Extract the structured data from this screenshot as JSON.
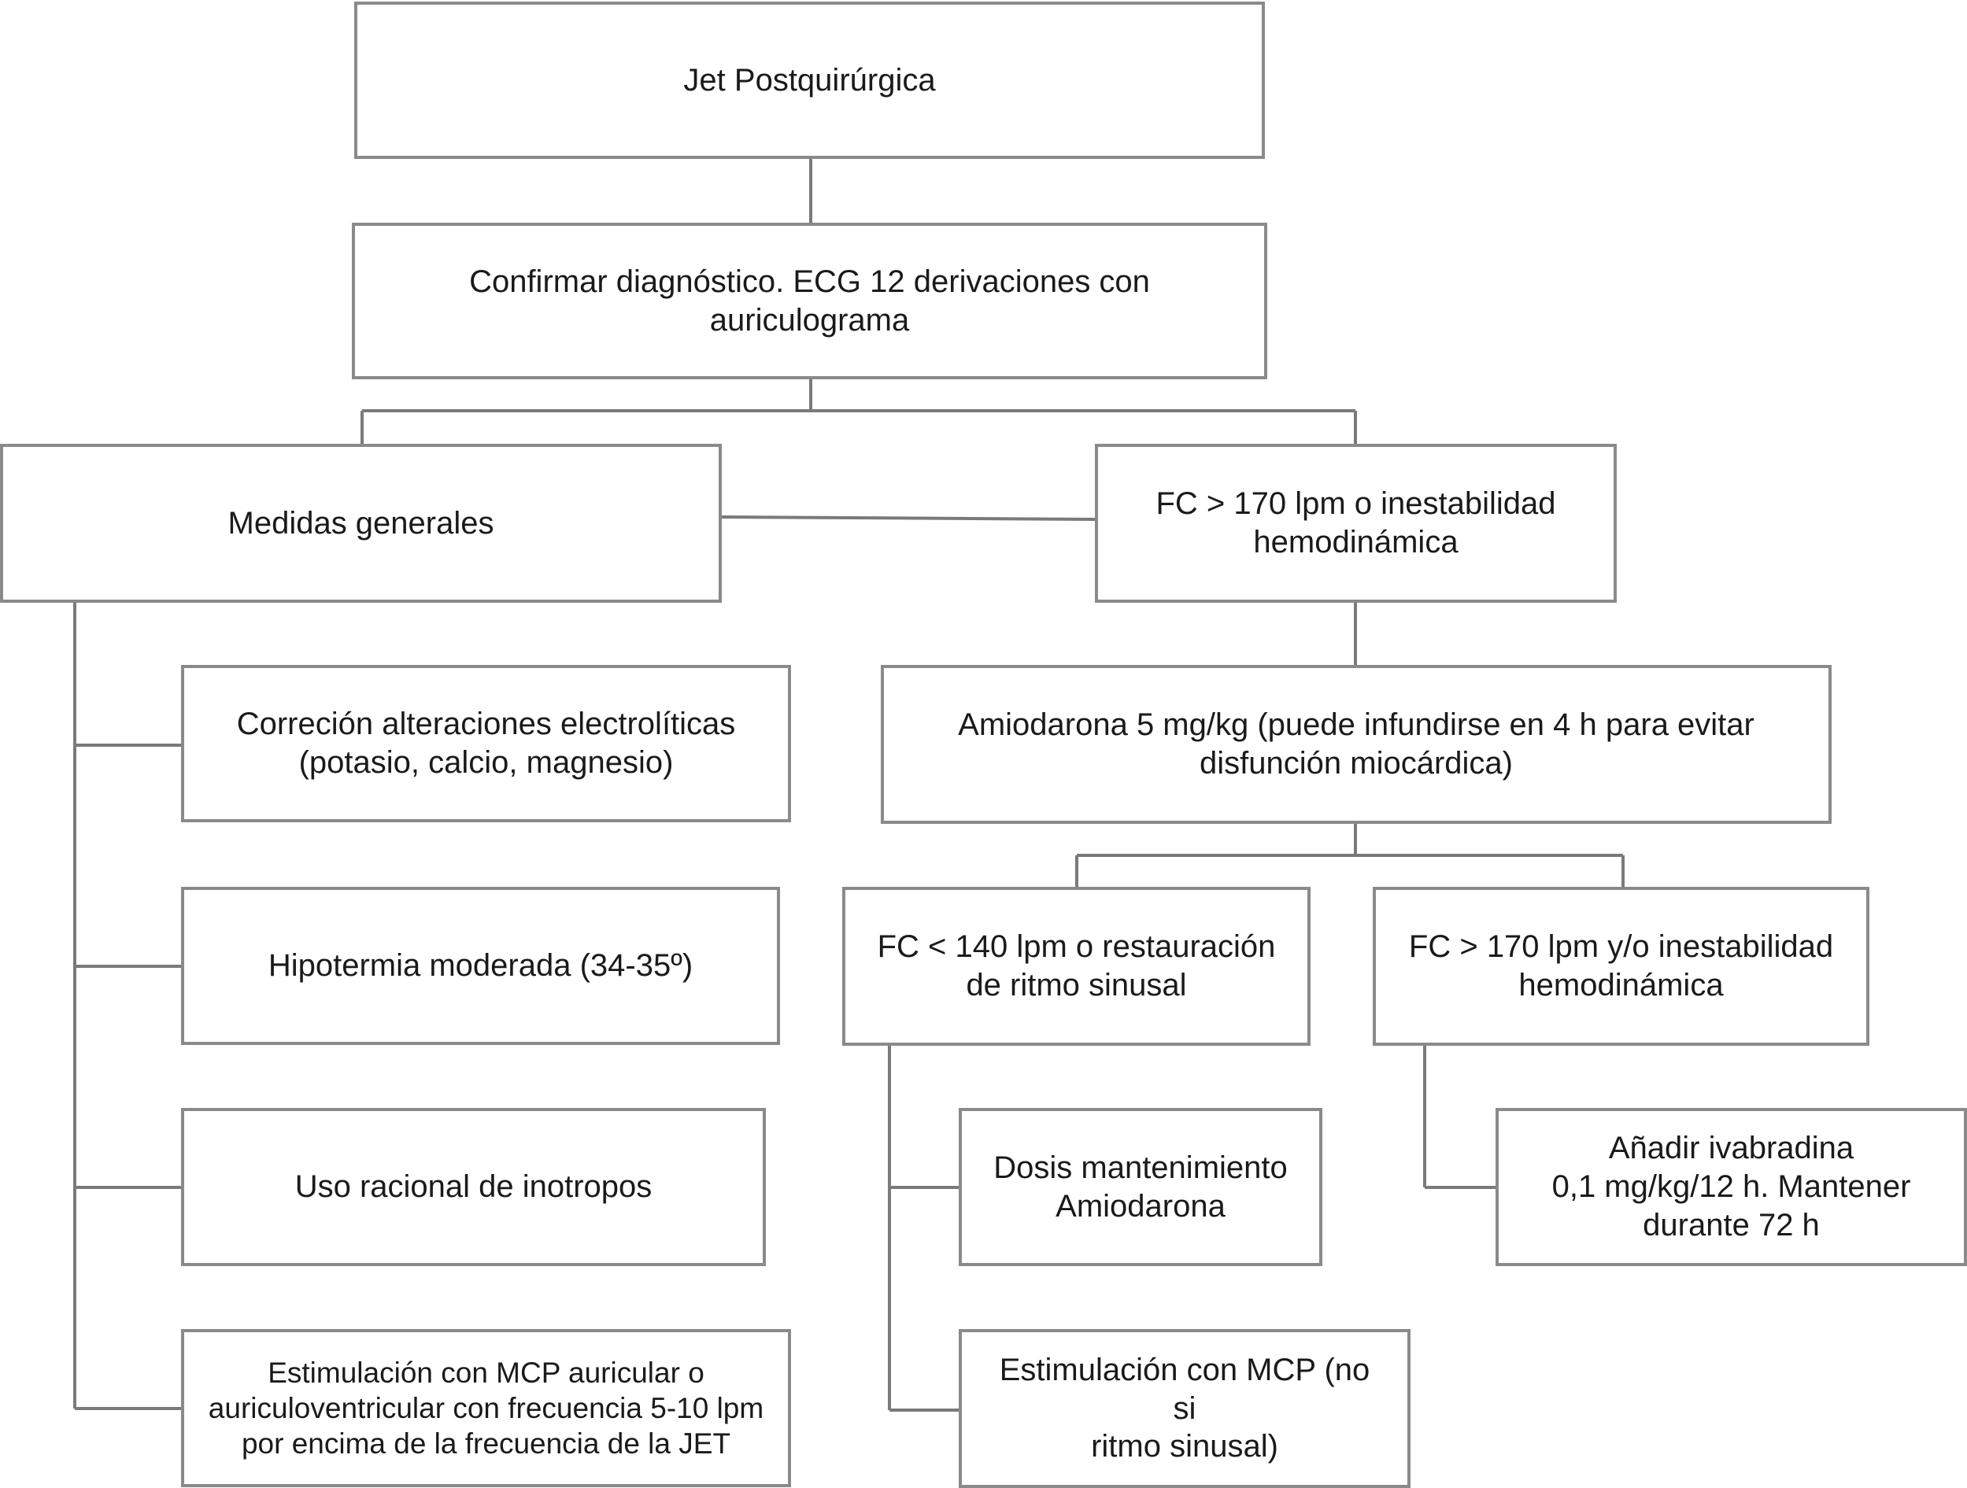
{
  "boxes": {
    "root": "Jet Postquirúrgica",
    "confirm": "Confirmar diagnóstico. ECG 12 derivaciones con auriculograma",
    "general": "Medidas generales",
    "fc_high": "FC > 170 lpm o inestabilidad\nhemodinámica",
    "electrolytes": "Correción alteraciones electrolíticas\n(potasio, calcio, magnesio)",
    "hypothermia": "Hipotermia moderada (34-35º)",
    "inotropes": "Uso racional de inotropos",
    "pacing_general": "Estimulación con MCP auricular o\nauriculoventricular con frecuencia 5-10 lpm\npor encima de la frecuencia de la JET",
    "amiodarone": "Amiodarona 5 mg/kg (puede infundirse en 4 h para evitar\ndisfunción miocárdica)",
    "fc_low": "FC < 140 lpm o restauración\nde ritmo sinusal",
    "fc_high2": "FC > 170 lpm y/o inestabilidad\nhemodinámica",
    "maintenance": "Dosis mantenimiento\nAmiodarona",
    "pacing_mcp": "Estimulación con MCP (no si\nritmo sinusal)",
    "ivabradine": "Añadir ivabradina\n0,1 mg/kg/12 h. Mantener\ndurante 72 h"
  },
  "colors": {
    "border": "#8a8a8a",
    "line": "#7a7a7a",
    "text": "#1a1a1a"
  }
}
